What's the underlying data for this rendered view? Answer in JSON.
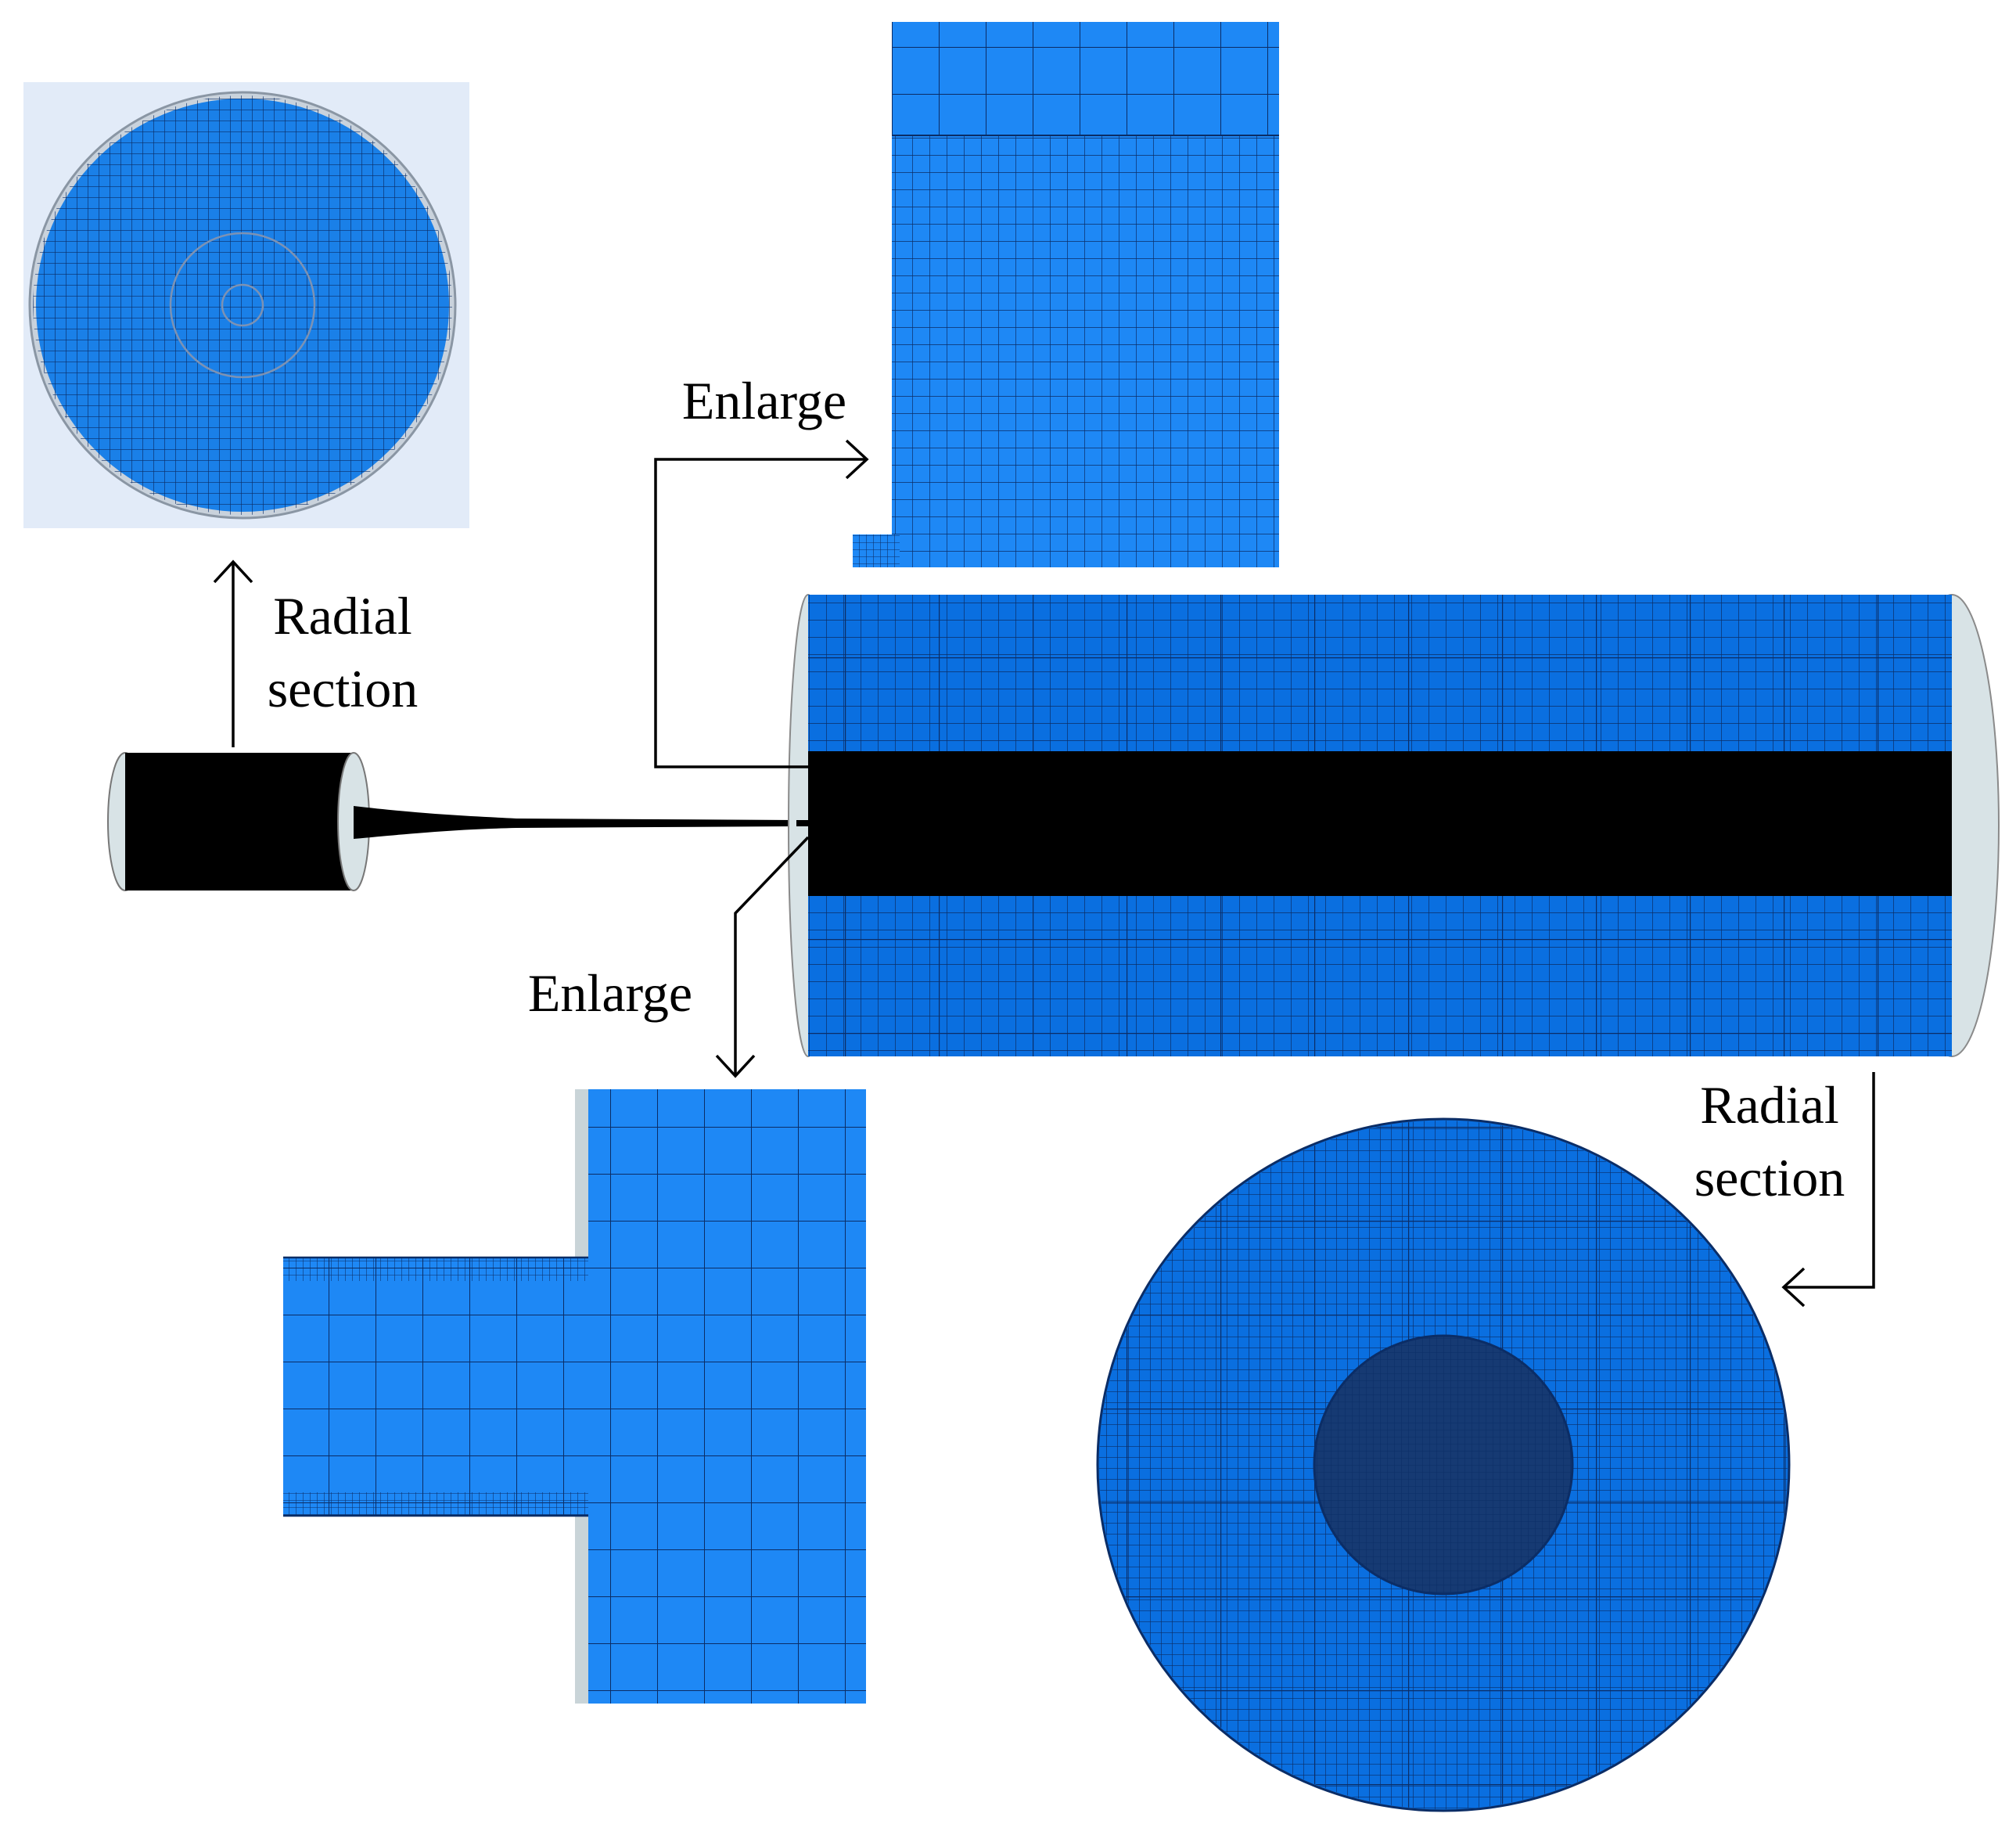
{
  "labels": {
    "radial_section_top_line1": "Radial",
    "radial_section_top_line2": "section",
    "enlarge_top": "Enlarge",
    "enlarge_bottom": "Enlarge",
    "radial_section_bottom_line1": "Radial",
    "radial_section_bottom_line2": "section"
  },
  "colors": {
    "mesh_blue": "#0a7ff0",
    "mesh_blue_light": "#1e88f5",
    "mesh_line": "#0b2d66",
    "jet_black": "#000000",
    "cap_gray": "#d8e3e6",
    "panel_bg": "#e2ebf8",
    "core_dark": "#163a73",
    "arrow": "#000000"
  },
  "icons": {
    "arrow_up": "arrow-up-icon",
    "arrow_right": "arrow-right-icon",
    "arrow_down": "arrow-down-icon",
    "arrow_left": "arrow-left-icon"
  }
}
